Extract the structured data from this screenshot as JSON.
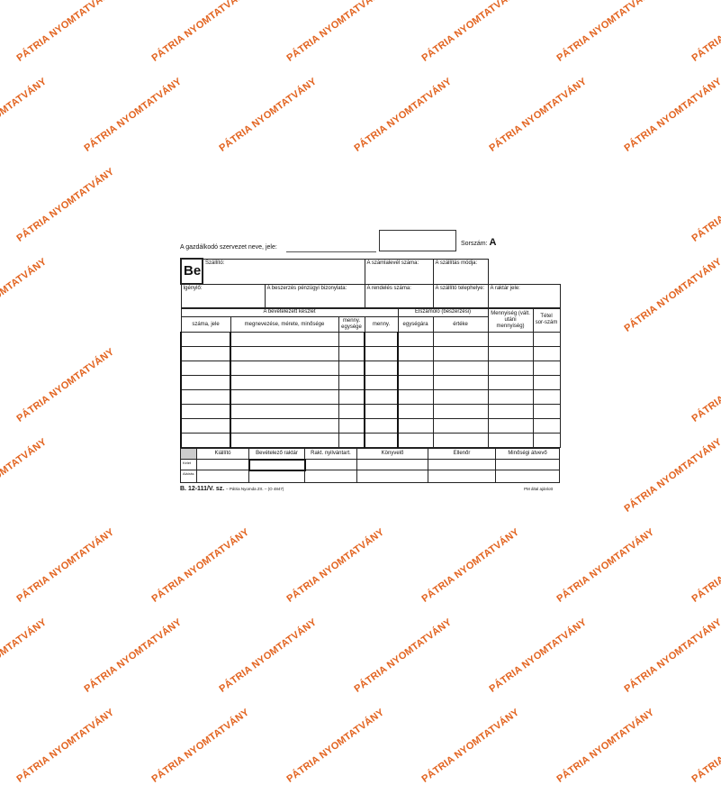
{
  "watermark": "PÁTRIA NYOMTATVÁNY",
  "watermark_color": "#e2631f",
  "form": {
    "org_label": "A gazdálkodó szervezet neve, jele:",
    "serial_label": "Sorszám:",
    "serial_letter": "A",
    "be": "Be",
    "supplier": "Szállító:",
    "invoice_no": "A számlalevél száma:",
    "shipping_mode": "A szállítás módja:",
    "requester": "Igénylő:",
    "finance_doc": "A beszerzés pénzügyi bizonylata:",
    "order_no": "A rendelés száma:",
    "supplier_site": "A szállító telephelye:",
    "warehouse": "A raktár jele:",
    "group_received": "A bevételezett készlet",
    "group_settlement": "Elszámoló (beszerzési)",
    "col_number": "száma, jele",
    "col_name": "megnevezése, mérete, minősége",
    "col_unit": "menny. egysége",
    "col_qty": "menny.",
    "col_unit_price": "egységára",
    "col_value": "értéke",
    "col_quantity_after": "Mennyiség (vált. utáni mennyiség)",
    "col_item": "Tétel sor-szám",
    "footer_cols": [
      "Kiállító",
      "Bevételező raktár",
      "Rakt. nyilvántart.",
      "Könyvelő",
      "Ellenőr",
      "Minőségi átvevő"
    ],
    "footer_rows": [
      "Kelet",
      "Aláírás"
    ],
    "code": "B. 12-111/V. sz.",
    "publisher": "– Pátria Nyomda Zrt. – (O 4847)",
    "recommended": "PM által ajánlott"
  }
}
